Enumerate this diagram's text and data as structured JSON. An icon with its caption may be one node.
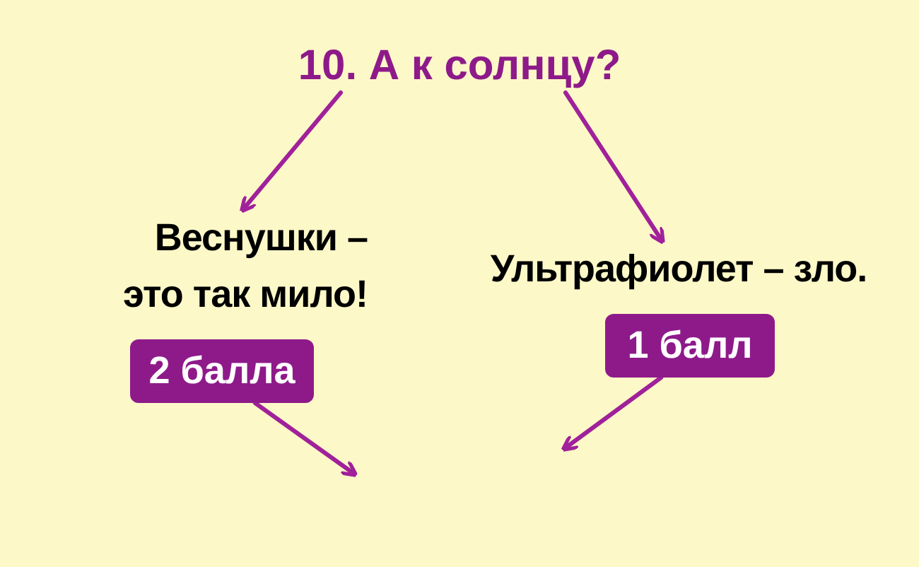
{
  "diagram": {
    "nodes": [
      {
        "text": [
          "10. А к солнцу?"
        ]
      },
      {
        "text": [
          "Веснушки – это так мило!"
        ]
      },
      {
        "text": [
          "2 балла"
        ]
      },
      {
        "text": [
          "Ультрафиолет – зло."
        ]
      },
      {
        "text": [
          "1 балл"
        ]
      }
    ],
    "edges": [
      {
        "from": 0,
        "to": 1,
        "arrow": "to"
      },
      {
        "from": 0,
        "to": 3,
        "arrow": "to"
      },
      {
        "from": 2,
        "to": null,
        "arrow": "to"
      },
      {
        "from": 4,
        "to": null,
        "arrow": "to"
      }
    ]
  }
}
